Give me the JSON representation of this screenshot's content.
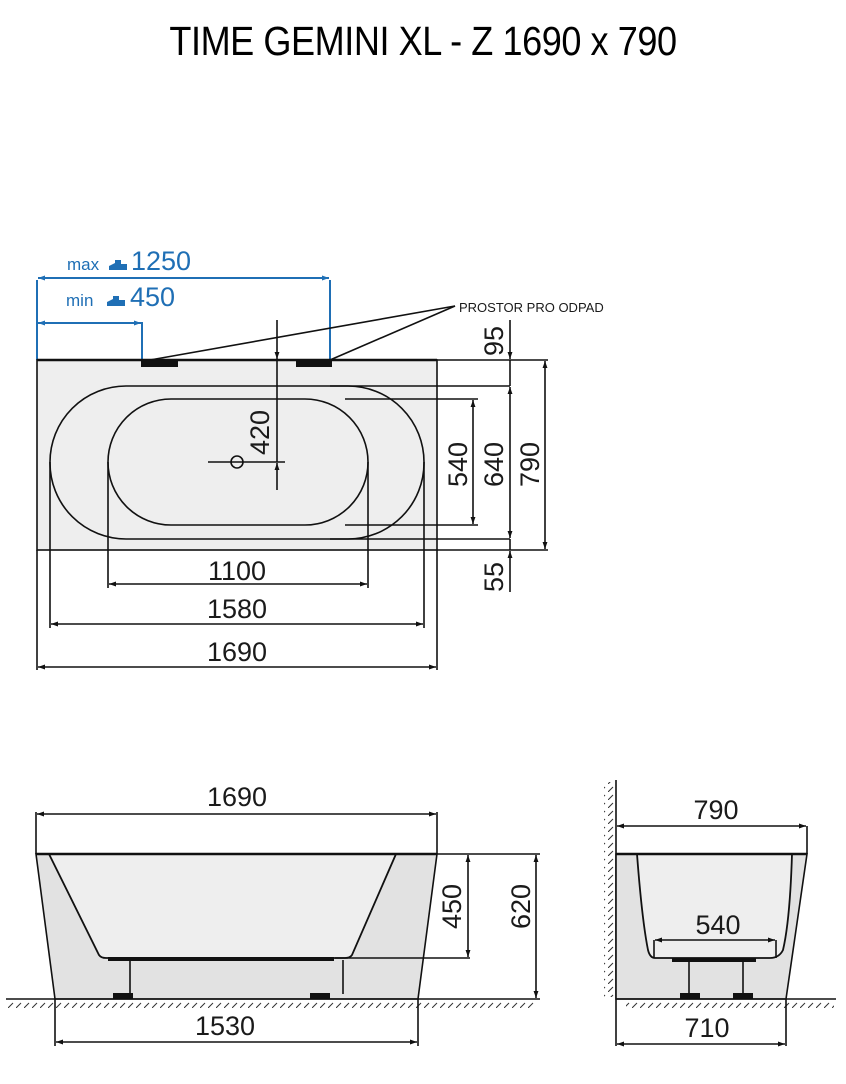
{
  "title": "TIME GEMINI XL - Z 1690 x 790",
  "colors": {
    "accent_blue": "#1f6fb5",
    "line": "#111111",
    "fill_light": "#eeeeee",
    "fill_side": "#e2e2e2"
  },
  "top_view": {
    "faucet_max": {
      "prefix": "max",
      "icon": "faucet-icon",
      "value": "1250"
    },
    "faucet_min": {
      "prefix": "min",
      "icon": "faucet-icon",
      "value": "450"
    },
    "drain_space_label": "PROSTOR PRO ODPAD",
    "dims": {
      "d95": "95",
      "d420": "420",
      "d540": "540",
      "d640": "640",
      "d790": "790",
      "d55": "55",
      "d1100": "1100",
      "d1580": "1580",
      "d1690": "1690"
    }
  },
  "front_view": {
    "dims": {
      "d1690": "1690",
      "d450": "450",
      "d620": "620",
      "d1530": "1530"
    }
  },
  "side_view": {
    "dims": {
      "d790": "790",
      "d540": "540",
      "d710": "710"
    }
  }
}
